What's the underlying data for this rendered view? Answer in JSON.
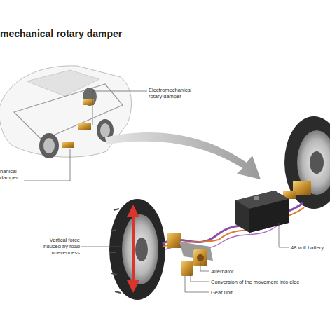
{
  "diagram": {
    "title": "mechanical rotary damper",
    "labels": [
      "Electromechanical rotary damper",
      "hanical damper",
      "Vertical force induced by road unevenness",
      "Alternator",
      "Conversion of the movement into elec",
      "Gear unit",
      "48 volt battery"
    ]
  }
}
